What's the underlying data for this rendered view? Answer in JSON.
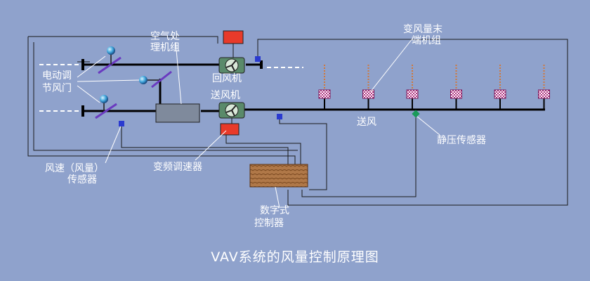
{
  "title": "VAV系统的风量控制原理图",
  "labels": {
    "ahu_line1": "空气处",
    "ahu_line2": "理机组",
    "return_fan": "回风机",
    "supply_fan": "送风机",
    "damper_line1": "电动调",
    "damper_line2": "节风门",
    "vav_line1": "变风量末",
    "vav_line2": "端机组",
    "supply_air": "送风",
    "static_sensor": "静压传感器",
    "vfd": "变频调速器",
    "flow_sensor_line1": "风速（风量）",
    "flow_sensor_line2": "传感器",
    "controller_line1": "数字式",
    "controller_line2": "控制器"
  },
  "colors": {
    "background": "#8fa2cc",
    "duct": "#000000",
    "wire": "#1a1a1a",
    "vfd": "#e83a2a",
    "fan_body": "#5a8a6a",
    "sensor": "#2a3ad0",
    "static_sensor": "#1a9a5a",
    "coil": "#7f8a9c",
    "controller": "#a0683a",
    "vav_box": "#c43a8c",
    "damper": "#6a3ac0",
    "actuator": "#3aa0d8",
    "text": "#ffffff"
  },
  "terminal_units": 6
}
